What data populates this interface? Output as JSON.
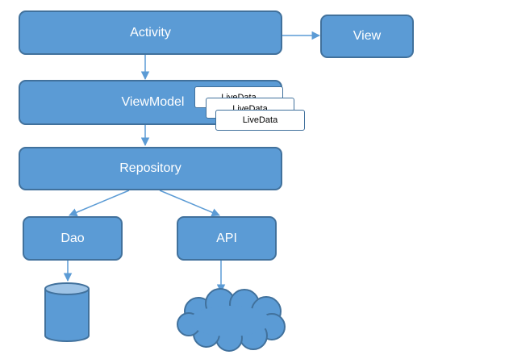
{
  "nodes": {
    "activity": "Activity",
    "view": "View",
    "viewmodel": "ViewModel",
    "livedata": [
      "LiveData",
      "LiveData",
      "LiveData"
    ],
    "repository": "Repository",
    "dao": "Dao",
    "api": "API"
  },
  "colors": {
    "box_fill": "#5b9bd5",
    "box_border": "#41719c",
    "arrow": "#5b9bd5"
  },
  "icons": [
    "database-cylinder-icon",
    "cloud-icon"
  ]
}
